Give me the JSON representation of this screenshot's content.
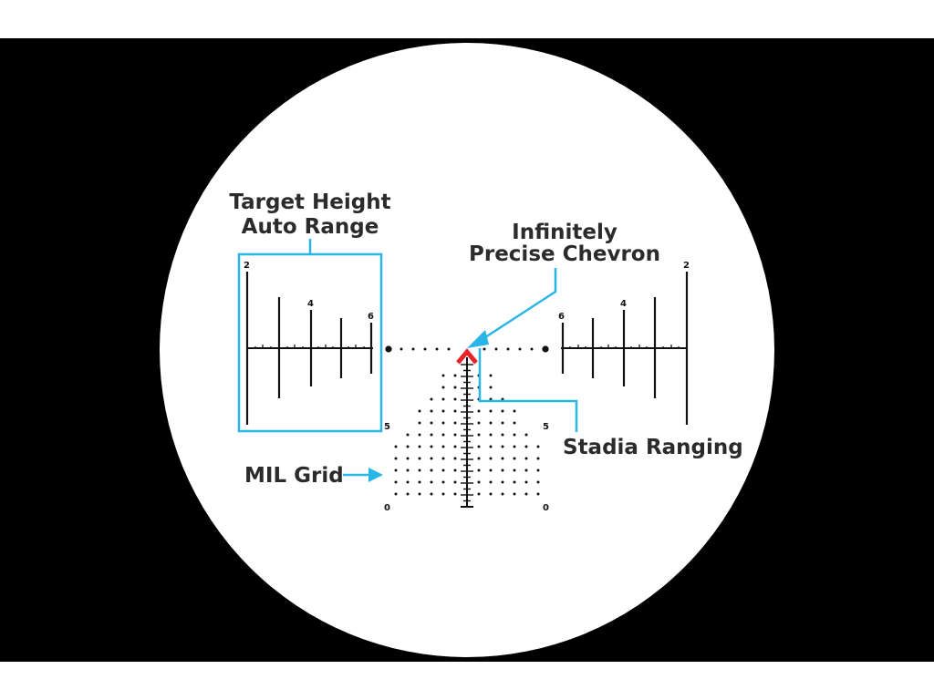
{
  "colors": {
    "outer_background": "#000000",
    "field_of_view": "#ffffff",
    "reticle_ink": "#111111",
    "callout_accent": "#29b6e6",
    "chevron": "#e5252a"
  },
  "callouts": {
    "target_height": {
      "line1": "Target Height",
      "line2": "Auto Range"
    },
    "chevron": {
      "line1": "Infinitely",
      "line2": "Precise Chevron"
    },
    "stadia": {
      "label": "Stadia Ranging"
    },
    "mil_grid": {
      "label": "MIL Grid"
    }
  },
  "scales": {
    "left_ranging": {
      "top_label": "2",
      "mid_label": "4",
      "end_label": "6"
    },
    "right_ranging": {
      "top_label": "2",
      "mid_label": "4",
      "end_label": "6"
    },
    "grid_left": {
      "top_label": "5",
      "bottom_label": "0"
    },
    "grid_right": {
      "top_label": "5",
      "bottom_label": "0"
    }
  }
}
